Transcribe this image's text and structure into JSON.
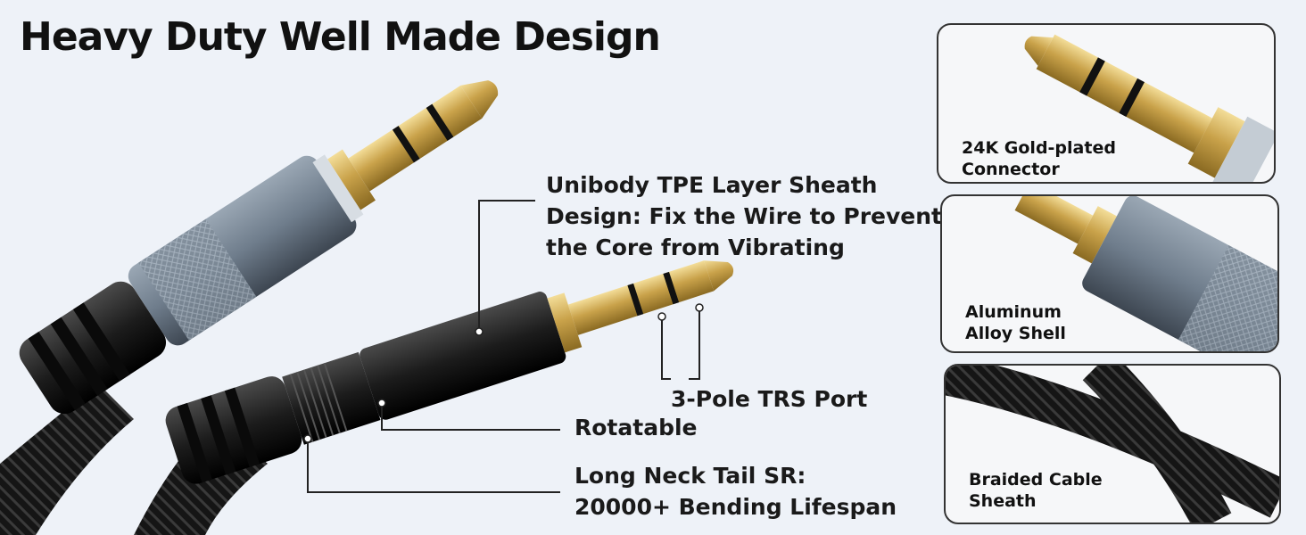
{
  "title": "Heavy Duty Well Made Design",
  "callouts": {
    "sheath": [
      "Unibody TPE Layer Sheath",
      "Design: Fix the Wire to Prevent",
      "the Core from Vibrating"
    ],
    "trs": "3-Pole TRS Port",
    "rotatable": "Rotatable",
    "tail": [
      "Long Neck Tail SR:",
      "20000+ Bending Lifespan"
    ]
  },
  "panels": [
    {
      "caption": [
        "24K Gold-plated",
        "Connector"
      ]
    },
    {
      "caption": [
        "Aluminum",
        "Alloy Shell"
      ]
    },
    {
      "caption": [
        "Braided Cable",
        "Sheath"
      ]
    }
  ],
  "colors": {
    "background": "#eef2f8",
    "gold": "#c9a24a",
    "aluminum": "#6f7d8c",
    "black_sheath": "#1c1c1c"
  }
}
